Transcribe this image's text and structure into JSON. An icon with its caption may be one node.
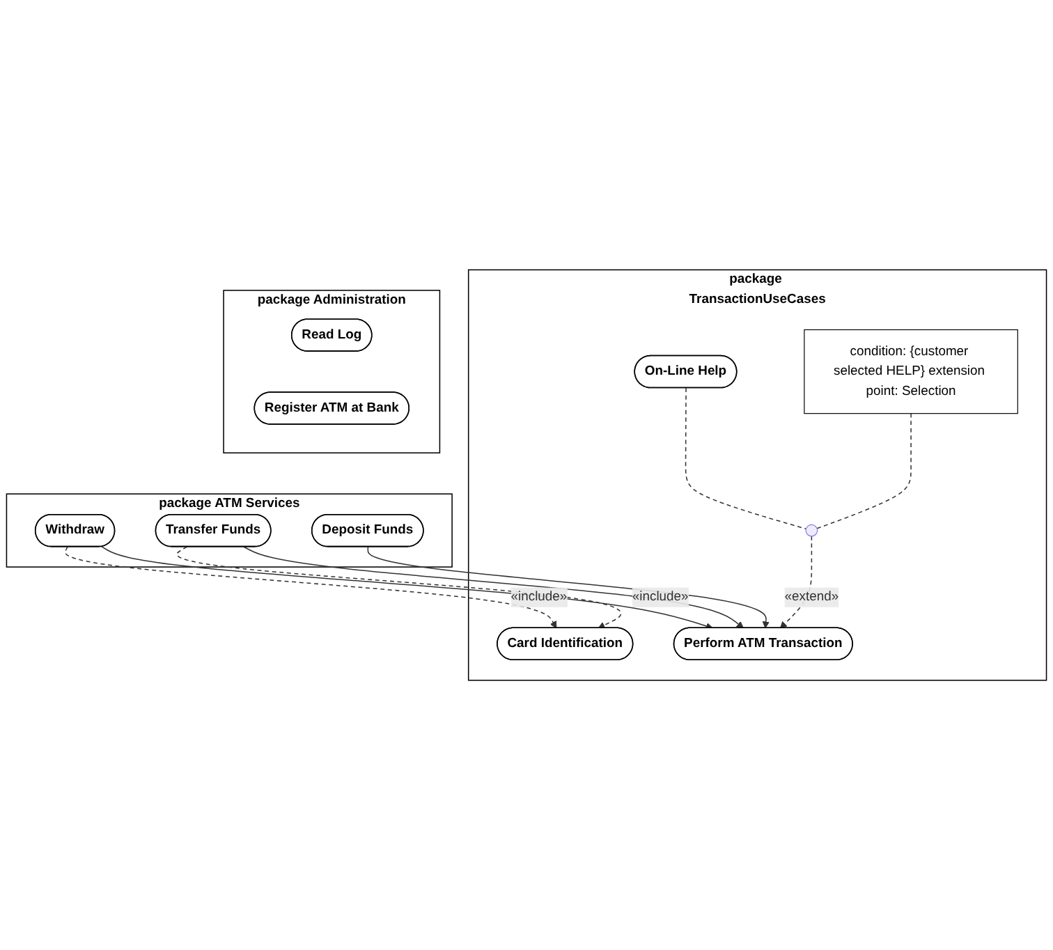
{
  "diagram": {
    "nodes": [
      {
        "text": [
          "package TransactionUseCases"
        ]
      },
      {
        "text": [
          "Card Identification"
        ],
        "in": 0
      },
      {
        "text": [
          "Perform ATM Transaction"
        ],
        "in": 0
      },
      {
        "text": [
          "On-Line Help"
        ],
        "in": 0
      },
      {
        "text": [
          "condition: {customer selected HELP} extension point: Selection"
        ],
        "in": 0
      },
      {
        "text": [],
        "shape": "circle",
        "in": 0
      },
      {
        "text": [
          "package ATM Services"
        ]
      },
      {
        "text": [
          "Withdraw"
        ],
        "in": 6
      },
      {
        "text": [
          "Transfer Funds"
        ],
        "in": 6
      },
      {
        "text": [
          "Deposit Funds"
        ],
        "in": 6
      },
      {
        "text": [
          "package Administration"
        ]
      },
      {
        "text": [
          "Read Log"
        ],
        "in": 10
      },
      {
        "text": [
          "Register ATM at Bank"
        ],
        "in": 10
      }
    ],
    "edges": [
      {
        "from": 3,
        "to": 5,
        "arrow": "none",
        "style": "dashed"
      },
      {
        "from": 5,
        "to": 2,
        "arrow": "to",
        "style": "dashed",
        "label": "«extend»"
      },
      {
        "from": 4,
        "to": 5,
        "arrow": "none",
        "style": "dashed"
      },
      {
        "from": 7,
        "to": 1,
        "arrow": "to",
        "style": "dashed",
        "label": "«include»"
      },
      {
        "from": 8,
        "to": 1,
        "arrow": "to",
        "style": "dashed",
        "label": "«include»"
      },
      {
        "from": 7,
        "to": 2,
        "arrow": "to"
      },
      {
        "from": 8,
        "to": 2,
        "arrow": "to"
      },
      {
        "from": 9,
        "to": 2,
        "arrow": "to"
      }
    ]
  }
}
